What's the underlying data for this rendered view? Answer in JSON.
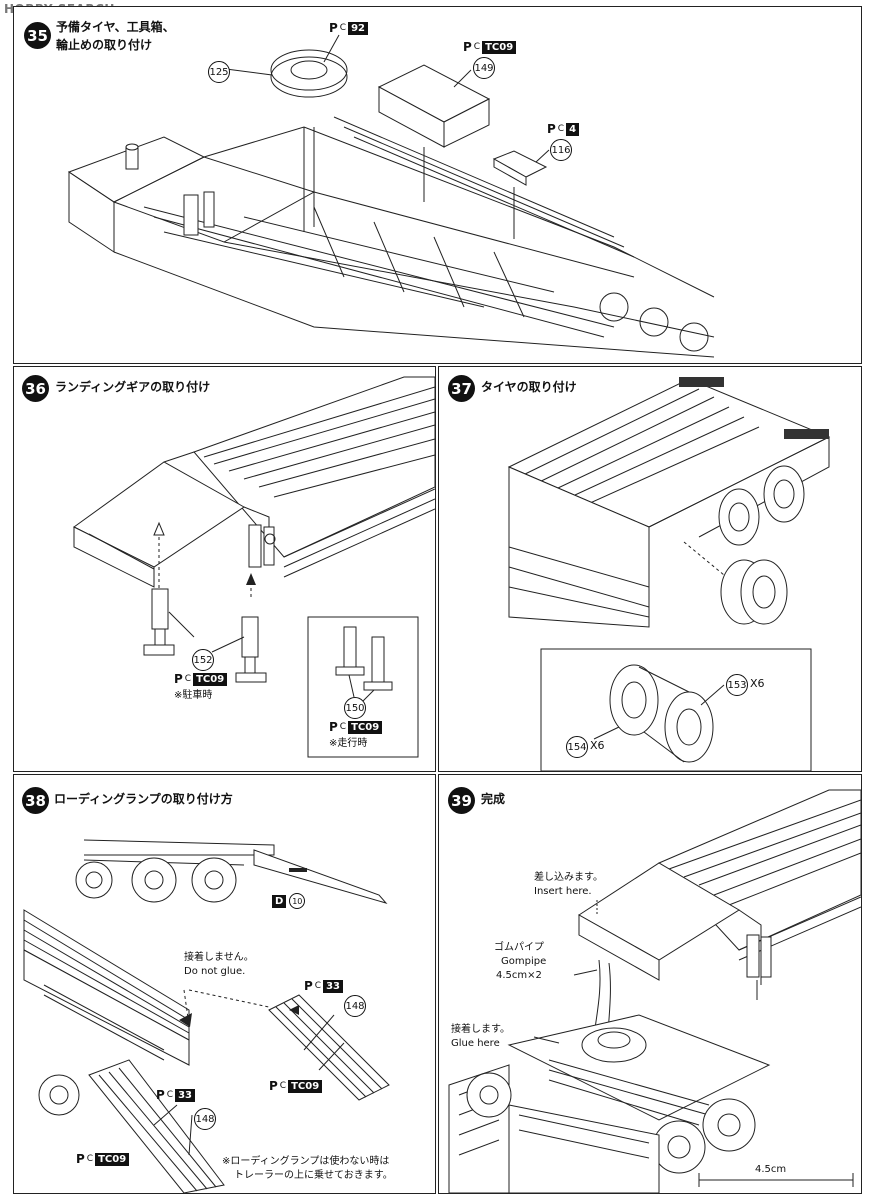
{
  "watermark": "HOBBY SEARCH",
  "steps": {
    "s35": {
      "num": "35",
      "title_line1": "予備タイヤ、工具箱、",
      "title_line2": "輪止めの取り付け",
      "parts": [
        {
          "id": "125"
        },
        {
          "id": "149"
        },
        {
          "id": "116"
        }
      ],
      "pc_labels": [
        {
          "tag": "92"
        },
        {
          "tag": "TC09"
        },
        {
          "tag": "4"
        }
      ]
    },
    "s36": {
      "num": "36",
      "title": "ランディングギアの取り付け",
      "parts": [
        {
          "id": "152"
        },
        {
          "id": "150"
        }
      ],
      "pc_labels": [
        {
          "tag": "TC09"
        },
        {
          "tag": "TC09"
        }
      ],
      "note_parked": "※駐車時",
      "note_running": "※走行時"
    },
    "s37": {
      "num": "37",
      "title": "タイヤの取り付け",
      "parts": [
        {
          "id": "153",
          "mult": "X6"
        },
        {
          "id": "154",
          "mult": "X6"
        }
      ]
    },
    "s38": {
      "num": "38",
      "title": "ローディングランプの取り付け方",
      "d_label": "D",
      "d_part": "10",
      "no_glue_jp": "接着しません。",
      "no_glue_en": "Do not glue.",
      "parts": [
        {
          "id": "148"
        },
        {
          "id": "148"
        }
      ],
      "pc_labels": [
        {
          "tag": "33"
        },
        {
          "tag": "TC09"
        },
        {
          "tag": "33"
        },
        {
          "tag": "TC09"
        }
      ],
      "note_line1": "※ローディングランプは使わない時は",
      "note_line2": "トレーラーの上に乗せておきます。"
    },
    "s39": {
      "num": "39",
      "title": "完成",
      "insert_jp": "差し込みます。",
      "insert_en": "Insert here.",
      "gompipe_jp": "ゴムパイプ",
      "gompipe_en": "Gompipe",
      "gompipe_size": "4.5cm×2",
      "glue_jp": "接着します。",
      "glue_en": "Glue here",
      "scale": "4.5cm"
    }
  }
}
